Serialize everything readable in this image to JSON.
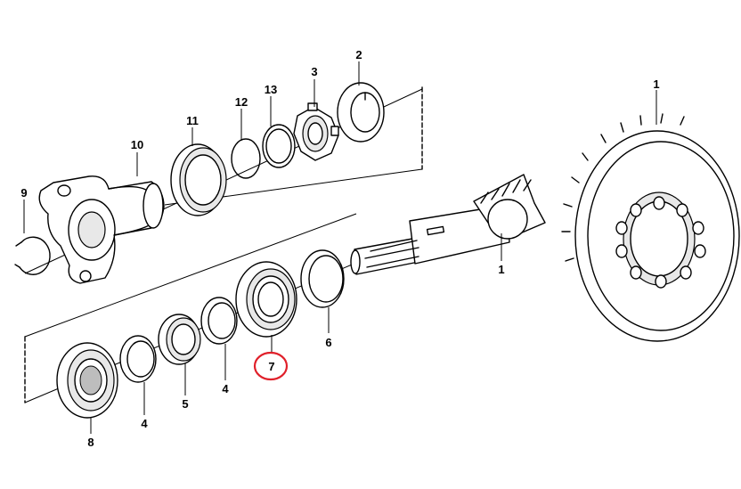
{
  "callouts": {
    "p1_ring": "1",
    "p1_shaft": "1",
    "p2": "2",
    "p3": "3",
    "p4_a": "4",
    "p4_b": "4",
    "p5": "5",
    "p6": "6",
    "p7": "7",
    "p8": "8",
    "p9": "9",
    "p10": "10",
    "p11": "11",
    "p12": "12",
    "p13": "13"
  },
  "highlight": {
    "part": "7",
    "color": "#e0202a"
  }
}
